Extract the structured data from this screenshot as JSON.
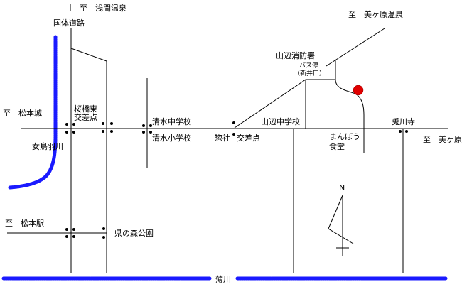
{
  "colors": {
    "river": "#1a1aff",
    "destination_marker": "#e00000",
    "roads": "#000000"
  },
  "labels": {
    "to_asama": "至　浅間温泉",
    "kokutai_road": "国体道路",
    "to_matsumoto_castle": "至　松本城",
    "sakurabashi_1": "桜橋東",
    "sakurabashi_2": "交差点",
    "shimizu_jhs": "清水中学校",
    "shimizu_es": "清水小学校",
    "metoba_river": "女鳥羽川",
    "sosha": "惣社",
    "sosha_crossing": "交差点",
    "yamabe_jhs": "山辺中学校",
    "yamabe_fire": "山辺消防署",
    "bus_stop": "バス停",
    "arai_guchi": "（新井口）",
    "to_utsukushigahara_onsen": "至　美ヶ原温泉",
    "tosenji": "兎川寺",
    "manbou_1": "まんぼう",
    "manbou_2": "食堂",
    "to_utsukushigahara": "至　美ヶ原",
    "to_matsumoto_station": "至　松本駅",
    "kennomori_park": "県の森公園",
    "susuki_river": "薄川",
    "north": "N"
  }
}
